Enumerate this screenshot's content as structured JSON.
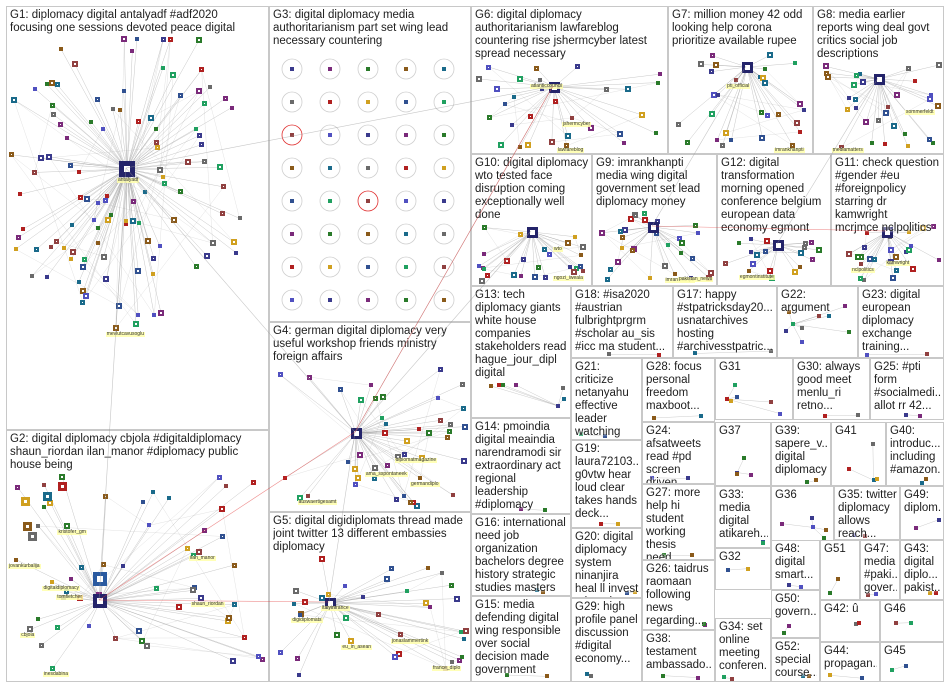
{
  "groups": [
    {
      "id": "G1",
      "title": "G1: diplomacy digital antalyadf #adf2020\nfocusing one sessions devoted peace digital",
      "hub_label": "antalyadf",
      "labels": [
        "mevlutcavusoglu"
      ]
    },
    {
      "id": "G2",
      "title": "G2: digital diplomacy cbjola #digitaldiplomacy\nshaun_riordan ilan_manor #diplomacy public\nhouse being",
      "hub_label": "",
      "labels": [
        "jovankurbalija",
        "ilan_manor",
        "cbjola",
        "shaun_riordan",
        "digitaldiplomacy",
        "kristofer_gm",
        "inesdabina",
        "tomfletcher"
      ]
    },
    {
      "id": "G3",
      "title": "G3: digital diplomacy media\nauthoritarianism part set wing lead\nnecessary countering",
      "hub_label": "",
      "labels": []
    },
    {
      "id": "G4",
      "title": "G4: german digital diplomacy very\nuseful workshop friends ministry\nforeign affairs",
      "hub_label": "",
      "labels": [
        "germandiplo",
        "auswaertigesamt",
        "ama_sspontaneek",
        "diplomatmagazine"
      ]
    },
    {
      "id": "G5",
      "title": "G5: digital digidiplomats thread made\njoint twitter 13 different embassies\ndiplomacy",
      "hub_label": "",
      "labels": [
        "digidiplomats",
        "jonaslammertink",
        "france_diplo",
        "italyinfrance",
        "eu_in_asean"
      ]
    },
    {
      "id": "G6",
      "title": "G6: digital diplomacy\nauthoritarianism lawfareblog\ncountering rise jshermcyber latest\nspread necessary",
      "hub_label": "",
      "labels": [
        "lawfareblog",
        "jshermcyber",
        "atlanticcouncil"
      ]
    },
    {
      "id": "G7",
      "title": "G7: million money 42 odd\nlooking help corona\nprioritize available rupee",
      "hub_label": "",
      "labels": [
        "imrankhanpti",
        "pti_official"
      ]
    },
    {
      "id": "G8",
      "title": "G8: media earlier\nreports wing deal govt\ncritics social job\ndescriptions",
      "hub_label": "",
      "labels": [
        "sommerfeldt",
        "mediamatters"
      ]
    },
    {
      "id": "G9",
      "title": "G9: imrankhanpti\nmedia wing digital\ngovernment set lead\ndiplomacy money",
      "hub_label": "",
      "labels": [
        "imrankhanpti",
        "pakistan_news"
      ]
    },
    {
      "id": "G10",
      "title": "G10: digital diplomacy\nwto tested face\ndisruption coming\nexceptionally well\ndone",
      "hub_label": "",
      "labels": [
        "wto",
        "ngozi_iweala"
      ]
    },
    {
      "id": "G11",
      "title": "G11: check question\n#gender #eu\n#foreignpolicy\nstarring dr kamwright\nmcrjmce nclpolitics",
      "hub_label": "",
      "labels": [
        "kamwright",
        "nclpolitics"
      ]
    },
    {
      "id": "G12",
      "title": "G12: digital\ntransformation\nmorning opened\nconference belgium\neuropean data\neconomy egmont",
      "hub_label": "",
      "labels": [
        "egmontinstitute"
      ]
    },
    {
      "id": "G13",
      "title": "G13: tech\ndiplomacy giants\nwhite house\ncompanies\nstakeholders read\nhague_jour_dipl\ndigital",
      "hub_label": "",
      "labels": []
    },
    {
      "id": "G14",
      "title": "G14: pmoindia\ndigital meaindia\nnarendramodi sir\nextraordinary act\nregional\nleadership\n#diplomacy",
      "hub_label": "",
      "labels": []
    },
    {
      "id": "G15",
      "title": "G15: media\ndefending digital\nwing responsible\nover social\ndecision made\ngovernment",
      "hub_label": "",
      "labels": []
    },
    {
      "id": "G16",
      "title": "G16: international\nneed job\norganization\nbachelors degree\nhistory strategic\nstudies masters",
      "hub_label": "",
      "labels": []
    },
    {
      "id": "G17",
      "title": "G17: happy\n#stpatricksday20...\nusnatarchives\nhosting\n#archivesstpatric...",
      "hub_label": "",
      "labels": []
    },
    {
      "id": "G18",
      "title": "G18: #isa2020\n#austrian\nfulbrightprgrm\n#scholar au_sis\n#icc ma student...",
      "hub_label": "",
      "labels": []
    },
    {
      "id": "G19",
      "title": "G19:\nlaura72103...\ng0vtw hear\nloud clear\ntakes hands\ndeck...",
      "hub_label": "",
      "labels": []
    },
    {
      "id": "G20",
      "title": "G20: digital\ndiplomacy\nsystem\nninanjira\nheal ll invest\notherwise...",
      "hub_label": "",
      "labels": []
    },
    {
      "id": "G21",
      "title": "G21: criticize\nnetanyahu\neffective\nleader\nwatching\ndigital...",
      "hub_label": "",
      "labels": []
    },
    {
      "id": "G22",
      "title": "G22: argument",
      "hub_label": "",
      "labels": []
    },
    {
      "id": "G23",
      "title": "G23: digital\neuropean\ndiplomacy\nexchange\ntraining...",
      "hub_label": "",
      "labels": []
    },
    {
      "id": "G24",
      "title": "G24:\nafsatweets\nread #pd\nscreen\ndriven...",
      "hub_label": "",
      "labels": []
    },
    {
      "id": "G25",
      "title": "G25: #pti\nform\n#socialmedi...\nallot rr 42...",
      "hub_label": "",
      "labels": []
    },
    {
      "id": "G26",
      "title": "G26: taidrus\nraomaan\nfollowing\nnews\nregarding...",
      "hub_label": "",
      "labels": []
    },
    {
      "id": "G27",
      "title": "G27: more\nhelp hi\nstudent\nworking\nthesis need...",
      "hub_label": "",
      "labels": []
    },
    {
      "id": "G28",
      "title": "G28: focus\npersonal\nfreedom\nmaxboot...",
      "hub_label": "",
      "labels": []
    },
    {
      "id": "G29",
      "title": "G29: high\nprofile panel\ndiscussion\n#digital\neconomy...",
      "hub_label": "",
      "labels": []
    },
    {
      "id": "G30",
      "title": "G30: always\ngood meet\nmenlu_ri\nretno...",
      "hub_label": "",
      "labels": []
    },
    {
      "id": "G31",
      "title": "G31",
      "hub_label": "",
      "labels": []
    },
    {
      "id": "G32",
      "title": "G32",
      "hub_label": "",
      "labels": []
    },
    {
      "id": "G33",
      "title": "G33:\nmedia\ndigital\natikareh...",
      "hub_label": "",
      "labels": []
    },
    {
      "id": "G34",
      "title": "G34: set\nonline\nmeeting\nconferen...",
      "hub_label": "",
      "labels": []
    },
    {
      "id": "G35",
      "title": "G35: twitter\ndiplomacy\nallows\nreach...",
      "hub_label": "",
      "labels": []
    },
    {
      "id": "G36",
      "title": "G36",
      "hub_label": "",
      "labels": []
    },
    {
      "id": "G37",
      "title": "G37",
      "hub_label": "",
      "labels": []
    },
    {
      "id": "G38",
      "title": "G38:\ntestament\nambassado...",
      "hub_label": "",
      "labels": []
    },
    {
      "id": "G39",
      "title": "G39:\nsapere_v...\ndigital\ndiplomacy",
      "hub_label": "",
      "labels": []
    },
    {
      "id": "G40",
      "title": "G40:\nintroduc...\nincluding\n#amazon...",
      "hub_label": "",
      "labels": []
    },
    {
      "id": "G41",
      "title": "G41",
      "hub_label": "",
      "labels": []
    },
    {
      "id": "G42",
      "title": "G42: û",
      "hub_label": "",
      "labels": []
    },
    {
      "id": "G43",
      "title": "G43:\ndigital\ndiplo...\npakist...",
      "hub_label": "",
      "labels": []
    },
    {
      "id": "G44",
      "title": "G44:\npropagan...",
      "hub_label": "",
      "labels": []
    },
    {
      "id": "G45",
      "title": "G45",
      "hub_label": "",
      "labels": []
    },
    {
      "id": "G46",
      "title": "G46",
      "hub_label": "",
      "labels": []
    },
    {
      "id": "G47",
      "title": "G47:\nmedia\n#paki...\ngover...",
      "hub_label": "",
      "labels": []
    },
    {
      "id": "G48",
      "title": "G48:\ndigital\nsmart...",
      "hub_label": "",
      "labels": []
    },
    {
      "id": "G49",
      "title": "G49:\ndiplom...",
      "hub_label": "",
      "labels": []
    },
    {
      "id": "G50",
      "title": "G50:\ngovern...",
      "hub_label": "",
      "labels": []
    },
    {
      "id": "G51",
      "title": "G51",
      "hub_label": "",
      "labels": []
    },
    {
      "id": "G52",
      "title": "G52:\nspecial\ncourse...",
      "hub_label": "",
      "labels": []
    }
  ],
  "colors": {
    "edge": "#9a9a9a",
    "edge_highlight": "#e03030",
    "panel_border": "#c8c8c8",
    "node_palette": [
      "#3a3a8c",
      "#7a2a7a",
      "#2a7a2a",
      "#8a5a1a",
      "#1a6a8a",
      "#6a6a6a",
      "#b02020",
      "#d0a020",
      "#305090",
      "#20a060",
      "#904040",
      "#5050c0"
    ]
  }
}
